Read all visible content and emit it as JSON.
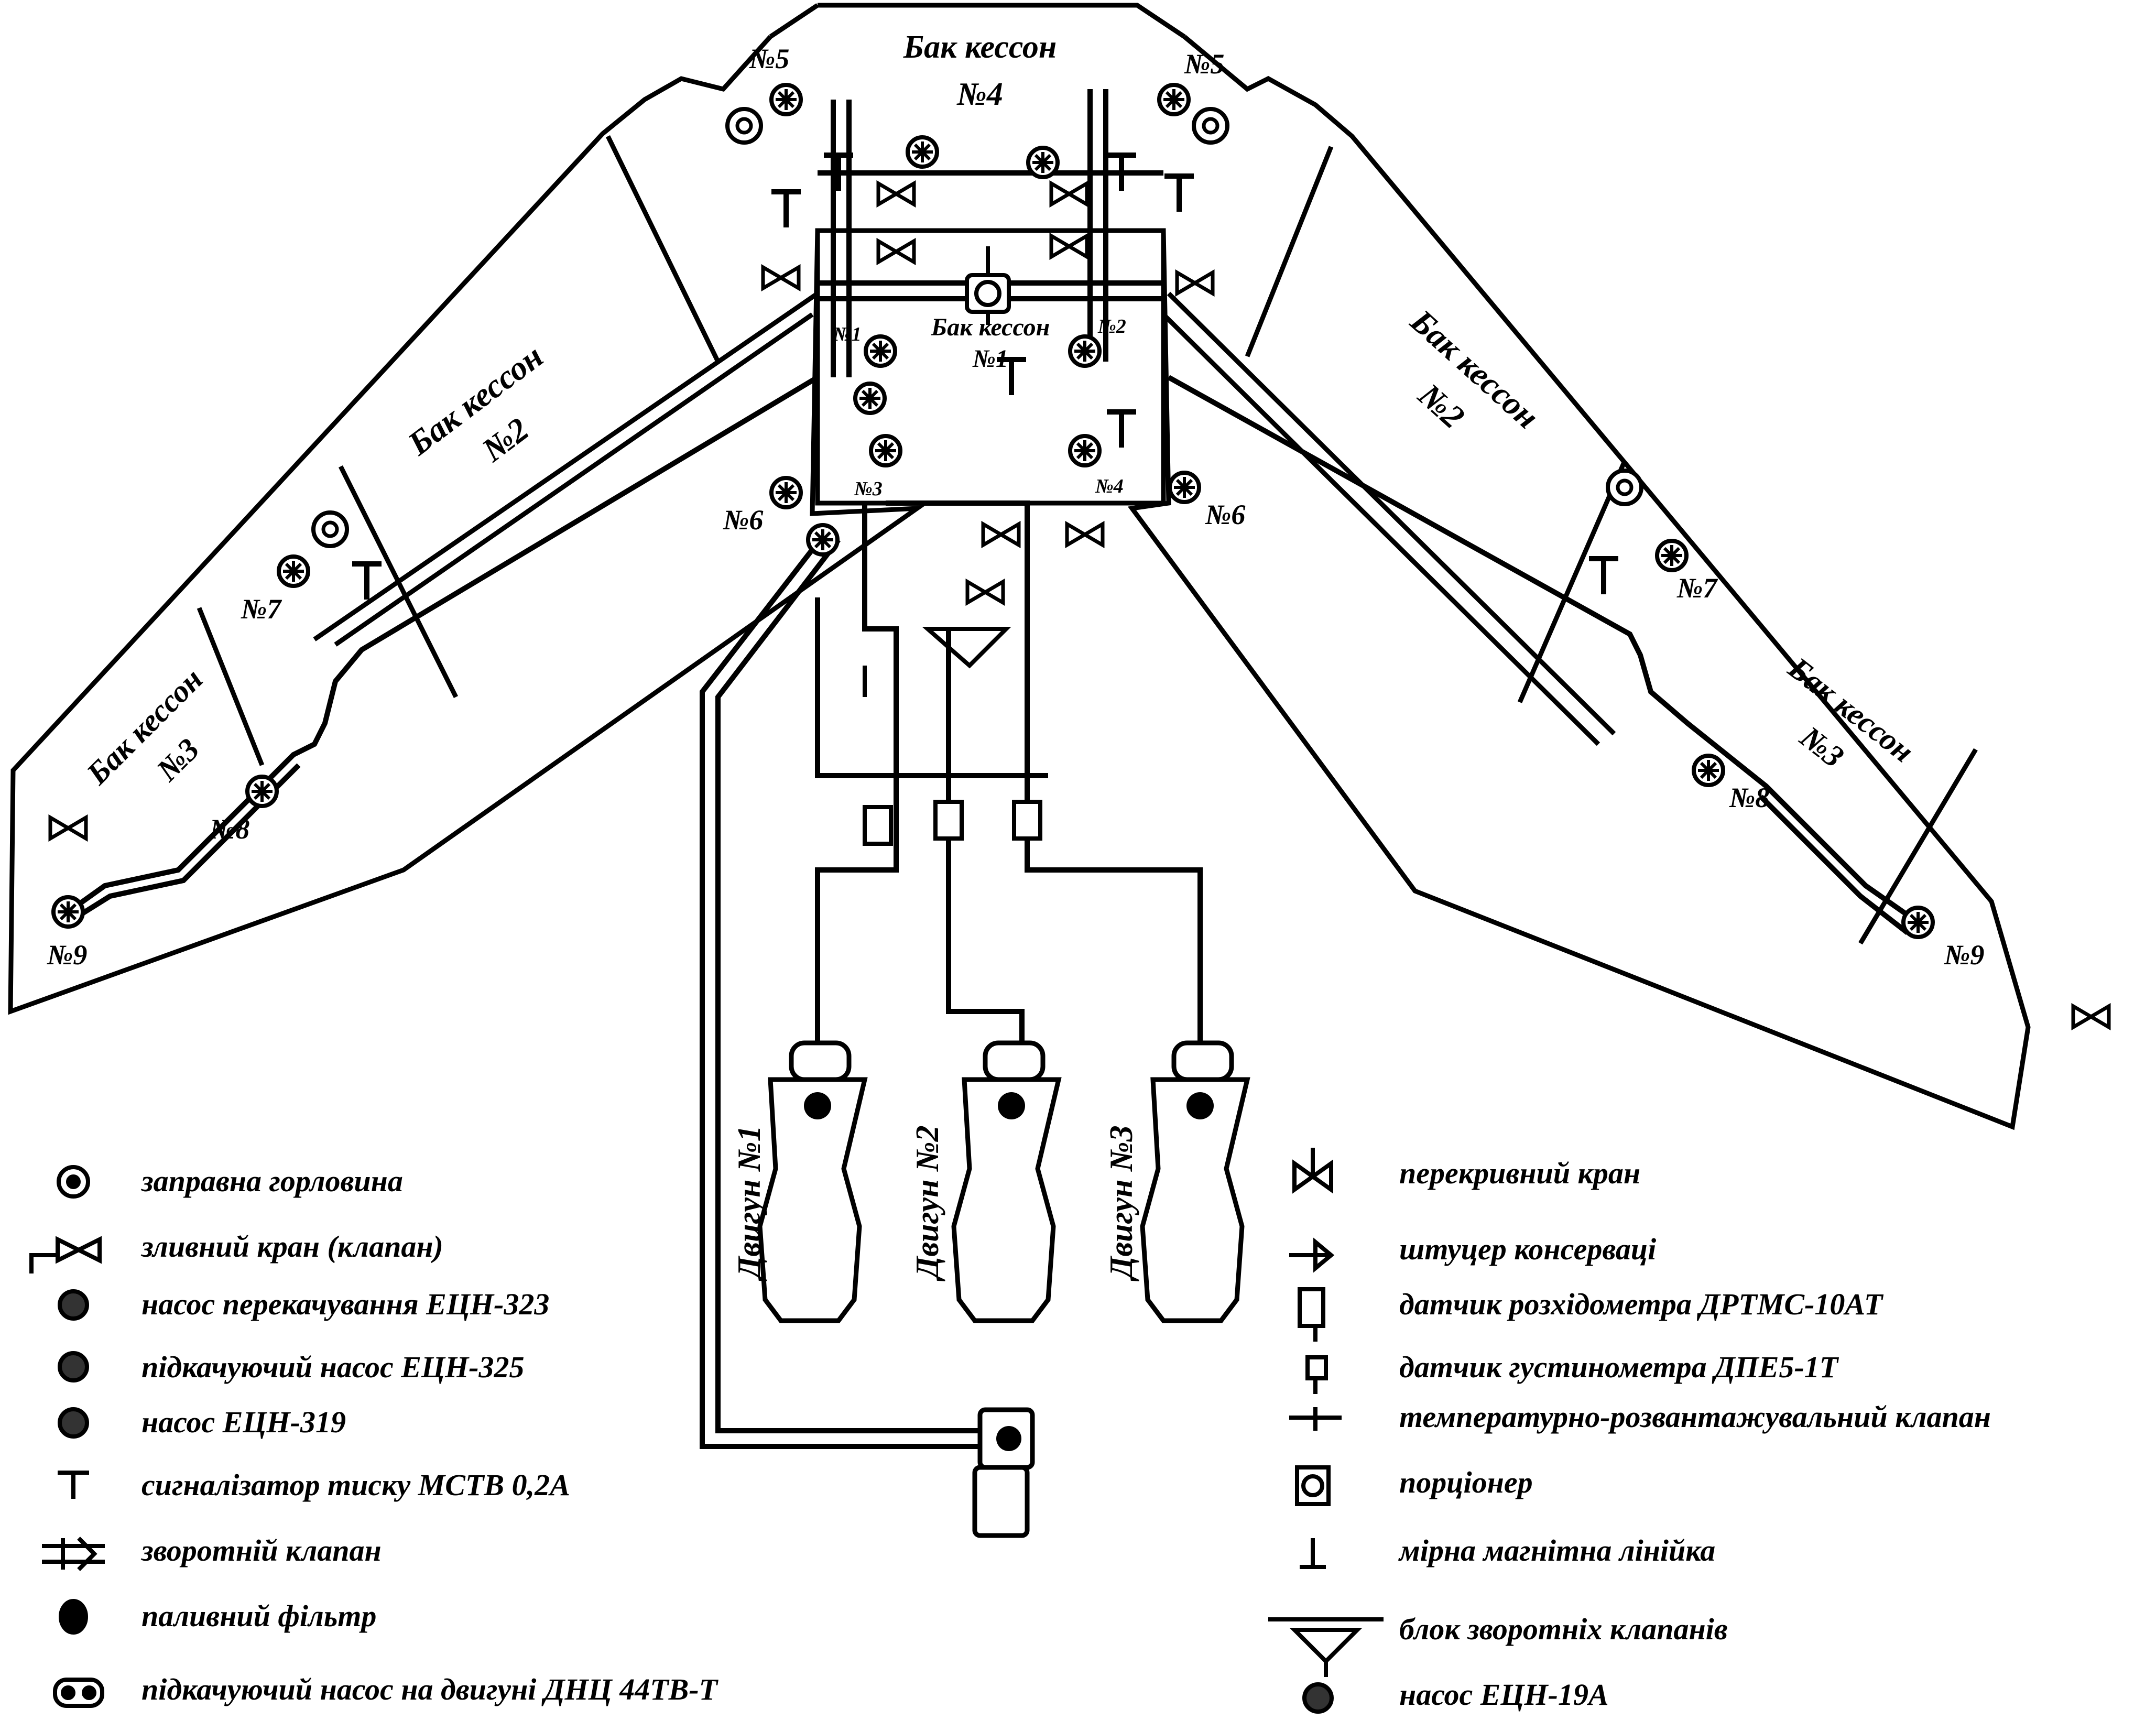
{
  "tanks": {
    "t4": {
      "line1": "Бак кессон",
      "line2": "№4"
    },
    "t1": {
      "line1": "Бак кессон",
      "line2": "№1"
    },
    "t2l": {
      "line1": "Бак кессон",
      "line2": "№2"
    },
    "t2r": {
      "line1": "Бак кессон",
      "line2": "№2"
    },
    "t3l": {
      "line1": "Бак кессон",
      "line2": "№3"
    },
    "t3r": {
      "line1": "Бак кессон",
      "line2": "№3"
    }
  },
  "pumps": {
    "n1": "№1",
    "n2": "№2",
    "n3": "№3",
    "n4": "№4",
    "n5l": "№5",
    "n5r": "№5",
    "n6l": "№6",
    "n6r": "№6",
    "n7l": "№7",
    "n7r": "№7",
    "n8l": "№8",
    "n8r": "№8",
    "n9l": "№9",
    "n9r": "№9"
  },
  "engines": {
    "e1": "Двигун №1",
    "e2": "Двигун №2",
    "e3": "Двигун №3"
  },
  "legend_left": [
    {
      "icon": "filler-neck-icon",
      "label": "заправна горловина"
    },
    {
      "icon": "drain-valve-icon",
      "label": "зливний кран (клапан)"
    },
    {
      "icon": "transfer-pump-icon",
      "label": "насос перекачування ЕЦН-323"
    },
    {
      "icon": "boost-pump-icon",
      "label": "підкачуючий насос ЕЦН-325"
    },
    {
      "icon": "pump-319-icon",
      "label": "насос ЕЦН-319"
    },
    {
      "icon": "pressure-switch-icon",
      "label": "сигналізатор тиску МСТВ 0,2А"
    },
    {
      "icon": "check-valve-icon",
      "label": "зворотній клапан"
    },
    {
      "icon": "fuel-filter-icon",
      "label": "паливний фільтр"
    },
    {
      "icon": "engine-boost-pump-icon",
      "label": "підкачуючий насос на двигуні ДНЦ 44ТВ-Т"
    }
  ],
  "legend_right": [
    {
      "icon": "shutoff-valve-icon",
      "label": "перекривний кран"
    },
    {
      "icon": "preservation-fitting-icon",
      "label": "штуцер консерваці"
    },
    {
      "icon": "flowmeter-sensor-icon",
      "label": "датчик розхідометра ДРТМС-10АТ"
    },
    {
      "icon": "densitometer-sensor-icon",
      "label": "датчик густинометра ДПЕ5-1Т"
    },
    {
      "icon": "thermal-relief-valve-icon",
      "label": "температурно-розвантажувальний клапан"
    },
    {
      "icon": "proportioner-icon",
      "label": "порціонер"
    },
    {
      "icon": "magnetic-dipstick-icon",
      "label": "мірна магнітна лінійка"
    },
    {
      "icon": "check-valve-block-icon",
      "label": "блок зворотніх клапанів"
    },
    {
      "icon": "pump-19a-icon",
      "label": "насос ЕЦН-19А"
    }
  ]
}
